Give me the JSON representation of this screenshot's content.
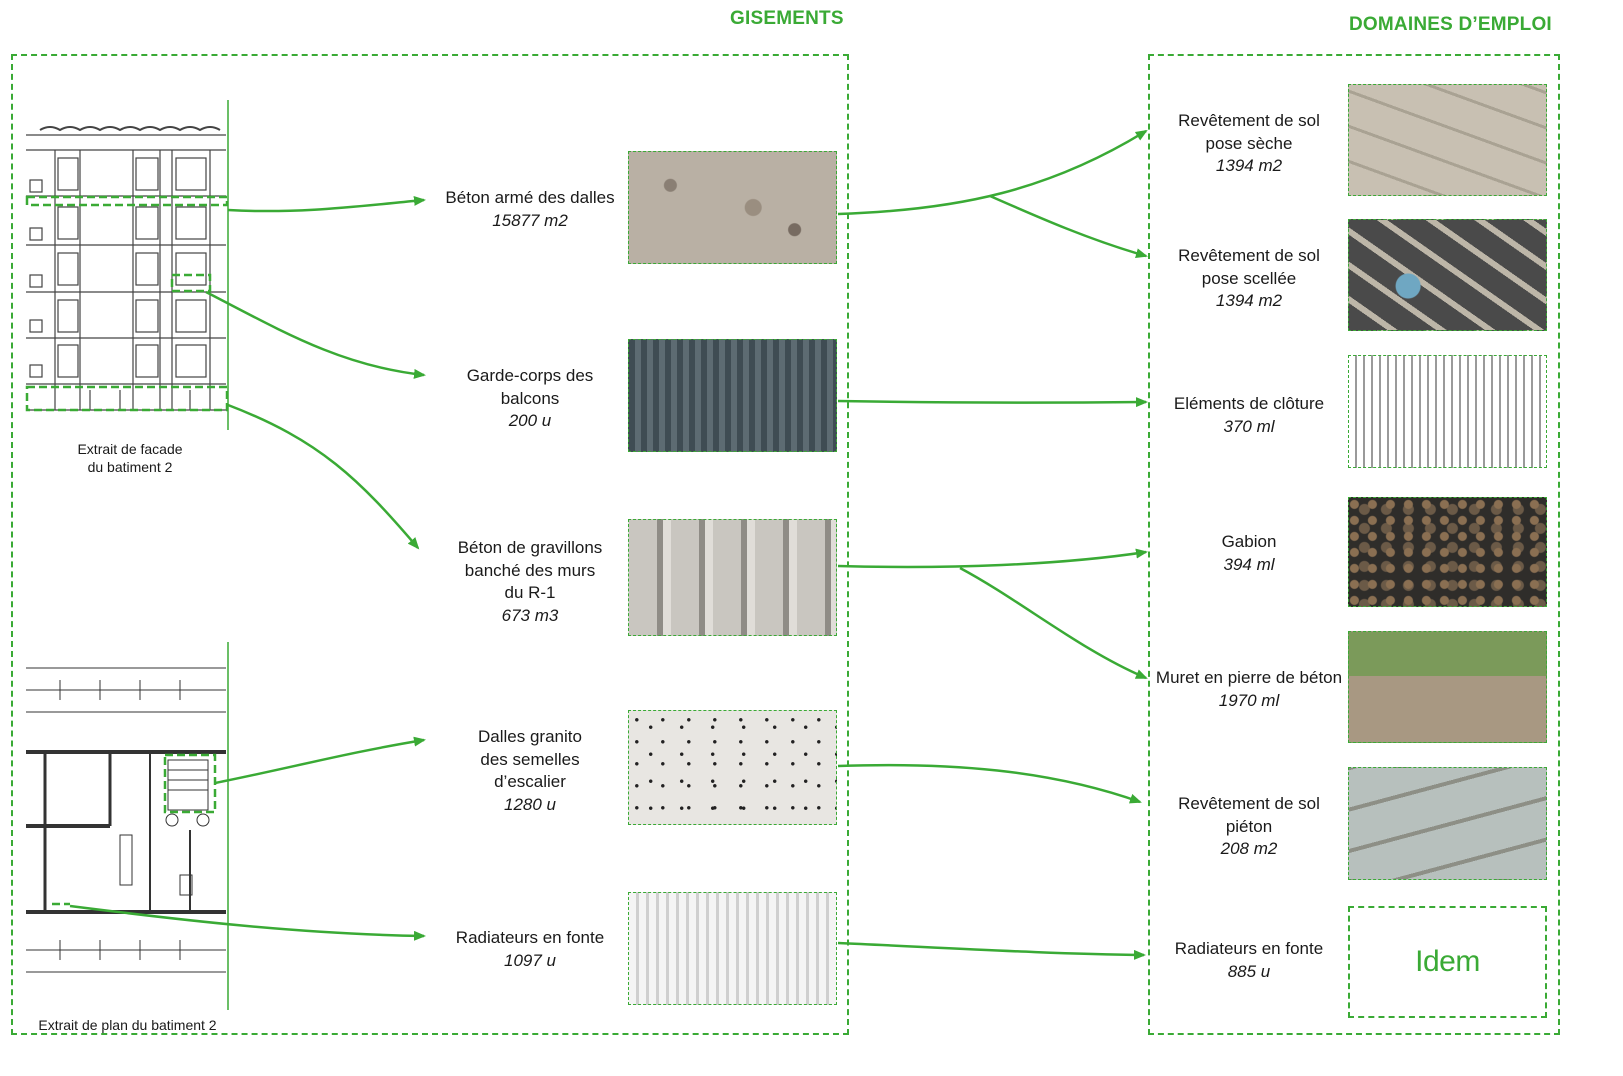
{
  "headers": {
    "left": "GISEMENTS",
    "right": "DOMAINES D’EMPLOI"
  },
  "captions": {
    "facade": [
      "Extrait de facade",
      "du batiment 2"
    ],
    "plan": "Extrait de plan du batiment 2"
  },
  "gisements": [
    {
      "lines": [
        "Béton armé des dalles"
      ],
      "qty": "15877 m2"
    },
    {
      "lines": [
        "Garde-corps des",
        "balcons"
      ],
      "qty": "200 u"
    },
    {
      "lines": [
        "Béton de gravillons",
        "banché des murs",
        "du R-1"
      ],
      "qty": "673 m3"
    },
    {
      "lines": [
        "Dalles granito",
        "des semelles",
        "d’escalier"
      ],
      "qty": "1280 u"
    },
    {
      "lines": [
        "Radiateurs en fonte"
      ],
      "qty": "1097 u"
    }
  ],
  "domaines": [
    {
      "lines": [
        "Revêtement de sol",
        "pose sèche"
      ],
      "qty": "1394 m2"
    },
    {
      "lines": [
        "Revêtement de sol",
        "pose scellée"
      ],
      "qty": "1394 m2"
    },
    {
      "lines": [
        "Eléments de clôture"
      ],
      "qty": "370 ml"
    },
    {
      "lines": [
        "Gabion"
      ],
      "qty": "394 ml"
    },
    {
      "lines": [
        "Muret en pierre de béton"
      ],
      "qty": "1970 ml"
    },
    {
      "lines": [
        "Revêtement de sol",
        "piéton"
      ],
      "qty": "208 m2"
    },
    {
      "lines": [
        "Radiateurs en fonte"
      ],
      "qty": "885 u"
    }
  ],
  "idem_text": "Idem",
  "accent_color": "#3aaa35"
}
